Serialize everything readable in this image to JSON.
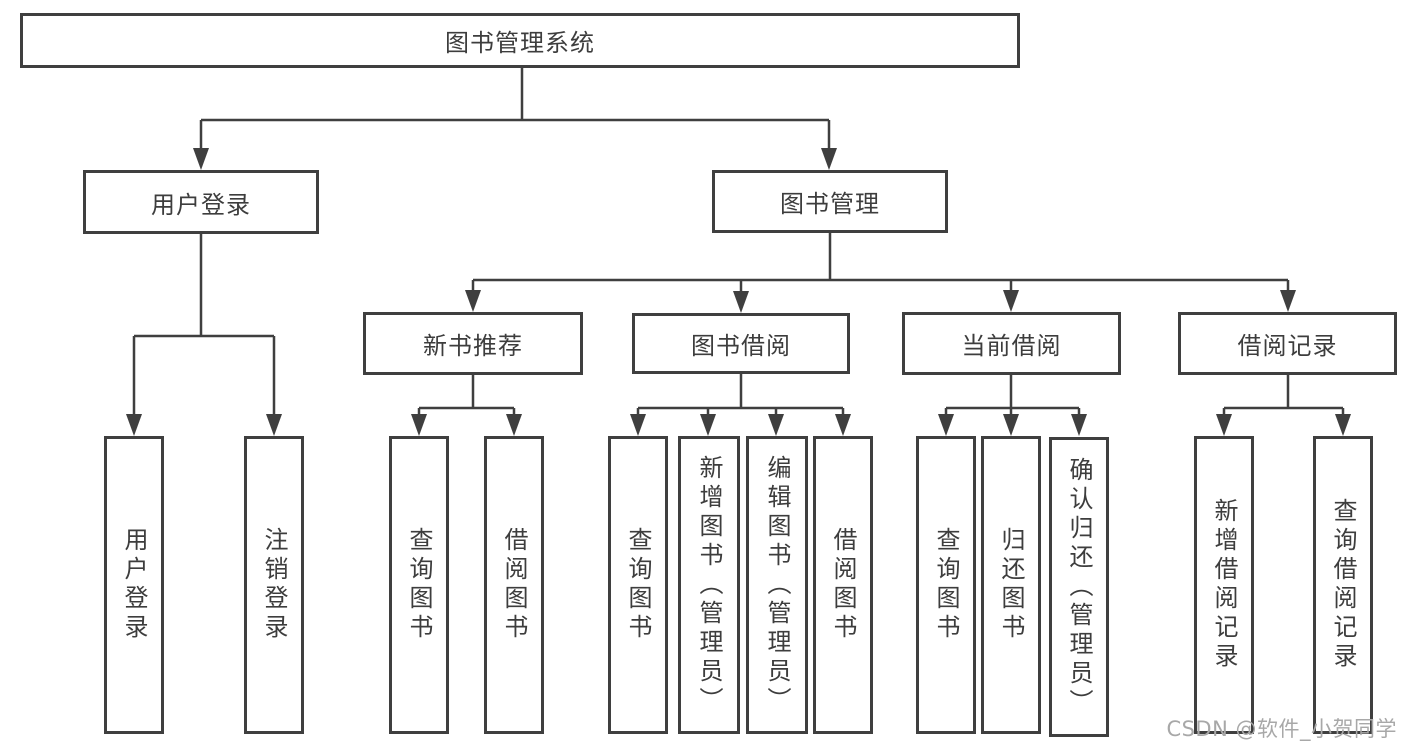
{
  "diagram": {
    "title": "图书管理系统",
    "root": {
      "label": "图书管理系统"
    },
    "level2": [
      {
        "label": "用户登录"
      },
      {
        "label": "图书管理"
      }
    ],
    "level3": [
      {
        "label": "新书推荐"
      },
      {
        "label": "图书借阅"
      },
      {
        "label": "当前借阅"
      },
      {
        "label": "借阅记录"
      }
    ],
    "leaves": {
      "user_login": [
        "用户登录",
        "注销登录"
      ],
      "new_book_recommend": [
        "查询图书",
        "借阅图书"
      ],
      "book_borrow": [
        "查询图书",
        "新增图书（管理员）",
        "编辑图书（管理员）",
        "借阅图书"
      ],
      "current_borrow": [
        "查询图书",
        "归还图书",
        "确认归还（管理员）"
      ],
      "borrow_records": [
        "新增借阅记录",
        "查询借阅记录"
      ]
    },
    "watermark": "CSDN @软件_小贺同学",
    "colors": {
      "line": "#3f3f3f",
      "text": "#3d3d3d",
      "watermark": "#a8a8a8",
      "background": "#ffffff"
    }
  }
}
